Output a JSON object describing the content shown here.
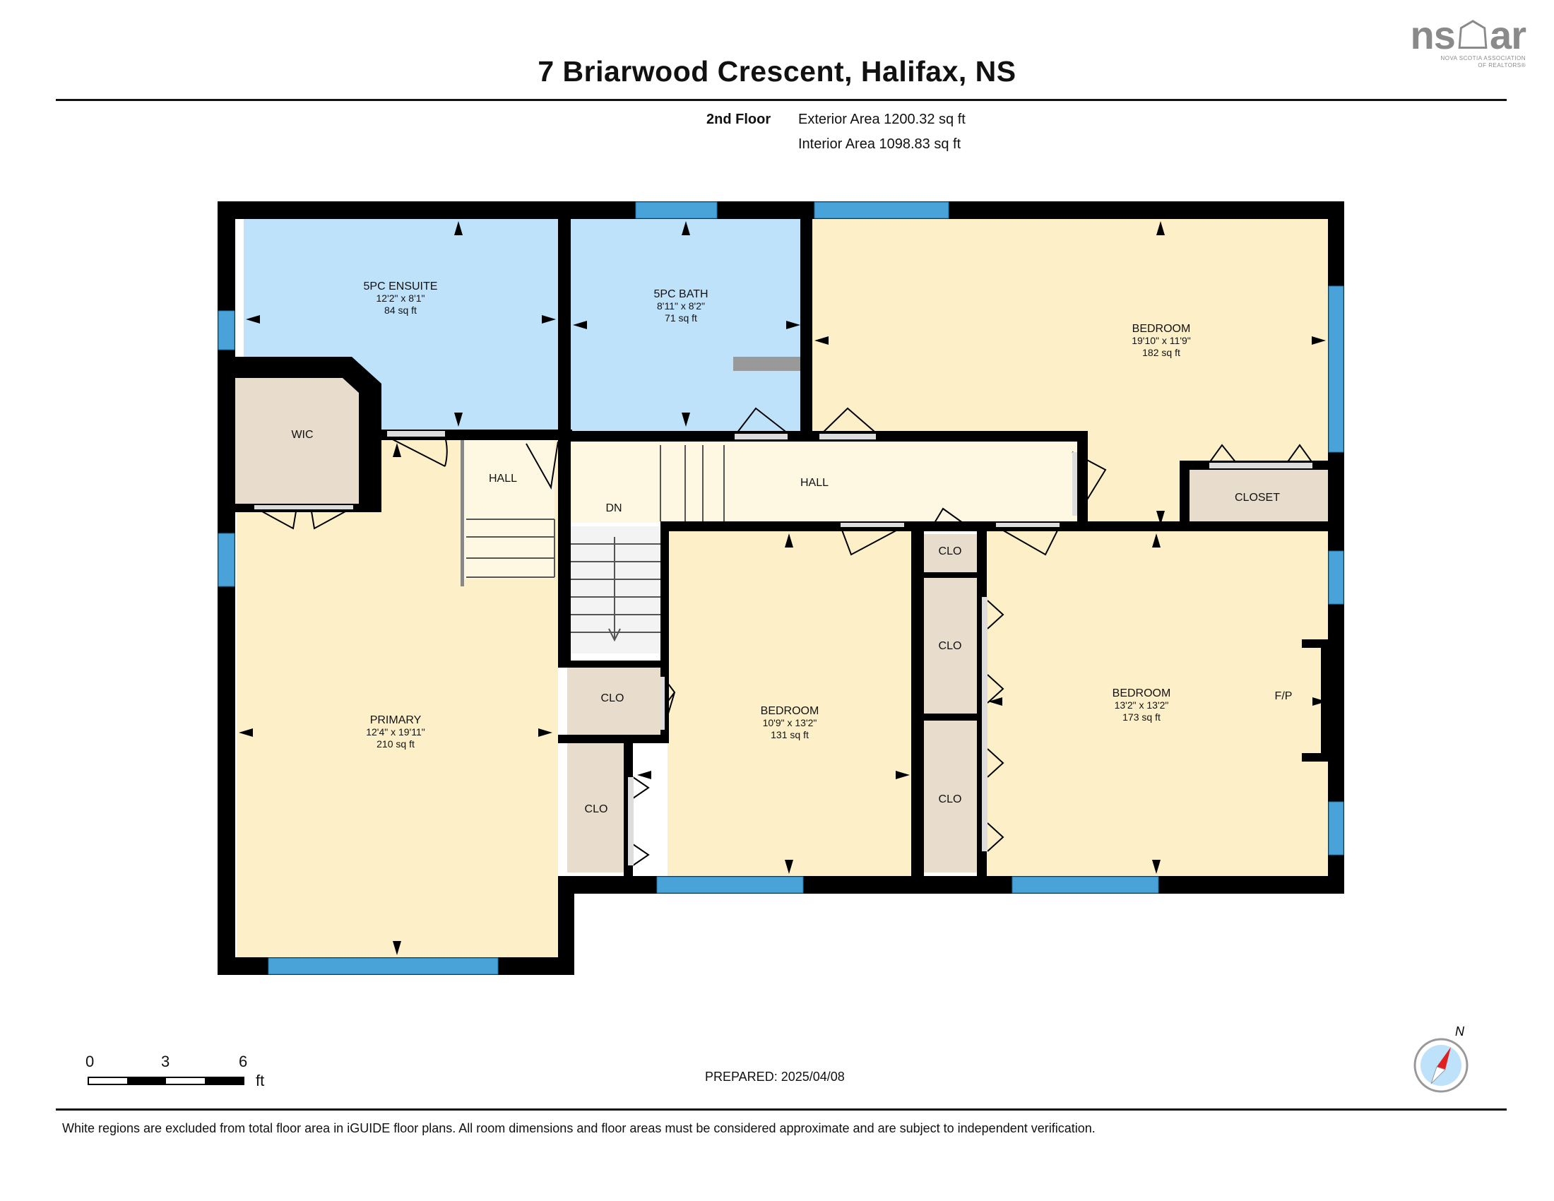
{
  "header": {
    "title": "7 Briarwood Crescent, Halifax, NS",
    "floor_label": "2nd Floor",
    "exterior_area": "Exterior Area 1200.32 sq ft",
    "interior_area": "Interior Area 1098.83 sq ft"
  },
  "logo": {
    "mark": "ns☖ar",
    "line1": "NOVA SCOTIA ASSOCIATION",
    "line2": "OF REALTORS®"
  },
  "rooms": {
    "ensuite": {
      "name": "5PC ENSUITE",
      "dims": "12'2\" x 8'1\"",
      "area": "84 sq ft"
    },
    "bath": {
      "name": "5PC BATH",
      "dims": "8'11\" x 8'2\"",
      "area": "71 sq ft"
    },
    "bedroom_ne": {
      "name": "BEDROOM",
      "dims": "19'10\" x 11'9\"",
      "area": "182 sq ft"
    },
    "wic": {
      "name": "WIC"
    },
    "hall_left": {
      "name": "HALL"
    },
    "stairs": {
      "name": "DN"
    },
    "hall_main": {
      "name": "HALL"
    },
    "closet": {
      "name": "CLOSET"
    },
    "primary": {
      "name": "PRIMARY",
      "dims": "12'4\" x 19'11\"",
      "area": "210 sq ft"
    },
    "bedroom_mid": {
      "name": "BEDROOM",
      "dims": "10'9\" x 13'2\"",
      "area": "131 sq ft"
    },
    "bedroom_se": {
      "name": "BEDROOM",
      "dims": "13'2\" x 13'2\"",
      "area": "173 sq ft"
    },
    "fireplace": {
      "name": "F/P"
    },
    "clo_stair": {
      "name": "CLO"
    },
    "clo_low": {
      "name": "CLO"
    },
    "clo_small": {
      "name": "CLO"
    },
    "clo_mid": {
      "name": "CLO"
    },
    "clo_bottom": {
      "name": "CLO"
    }
  },
  "scale": {
    "ticks": [
      "0",
      "3",
      "6"
    ],
    "unit": "ft"
  },
  "compass": {
    "label": "N"
  },
  "prepared": "PREPARED: 2025/04/08",
  "footnote": "White regions are excluded from total floor area in iGUIDE floor plans. All room dimensions and floor areas must be considered approximate and are subject to independent verification.",
  "colors": {
    "wall": "#000000",
    "wet_room": "#bfe2fb",
    "living_room": "#fdf0c8",
    "hall": "#fef8e2",
    "closet": "#e8dccd",
    "window": "#4aa3d8"
  }
}
